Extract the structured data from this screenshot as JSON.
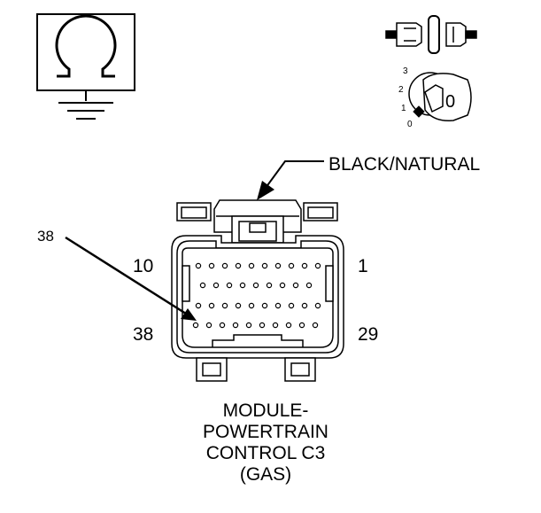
{
  "ohmmeter_icon": "ohm-symbol-with-ground-icon",
  "key_switch_icon": "ignition-key-switch-icon",
  "key_positions": [
    "3",
    "2",
    "1",
    "0"
  ],
  "key_current_position": "0",
  "connector_color_label": "BLACK/NATURAL",
  "pin_labels": {
    "top_left": "10",
    "top_right": "1",
    "bottom_left": "38",
    "bottom_right": "29"
  },
  "probe_pin_label": "38",
  "caption": [
    "MODULE-",
    "POWERTRAIN",
    "CONTROL C3",
    "(GAS)"
  ],
  "colors": {
    "line": "#000000",
    "background": "#ffffff"
  }
}
